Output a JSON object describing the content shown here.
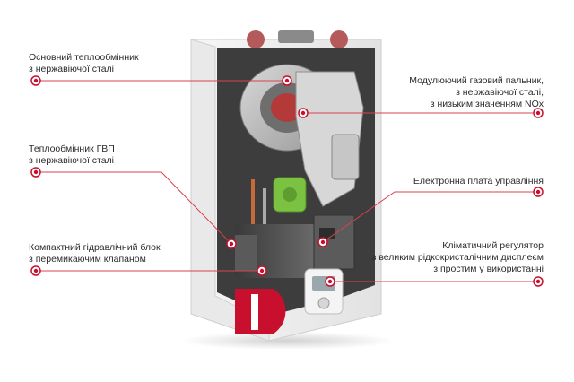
{
  "callouts": {
    "left": [
      {
        "lines": [
          "Основний теплообмінник",
          "з нержавіючої сталі"
        ]
      },
      {
        "lines": [
          "Теплообмінник ГВП",
          "з нержавіючої сталі"
        ]
      },
      {
        "lines": [
          "Компактний гідравлічний блок",
          "з перемикаючим клапаном"
        ]
      }
    ],
    "right": [
      {
        "lines": [
          "Модулюючий газовий пальник,",
          "з нержавіючої сталі,",
          "з низьким значенням NOx"
        ]
      },
      {
        "lines": [
          "Електронна плата управління"
        ]
      },
      {
        "lines": [
          "Кліматичний регулятор",
          "з великим рідкокристалічним дисплеєм",
          "з простим у використанні"
        ]
      }
    ]
  },
  "colors": {
    "accent_red": "#c8102e",
    "leader_line": "#d9414f",
    "casing": "#eeeeee",
    "heat_exchanger": "#bfbfbf",
    "fitting_green": "#7cc242"
  }
}
